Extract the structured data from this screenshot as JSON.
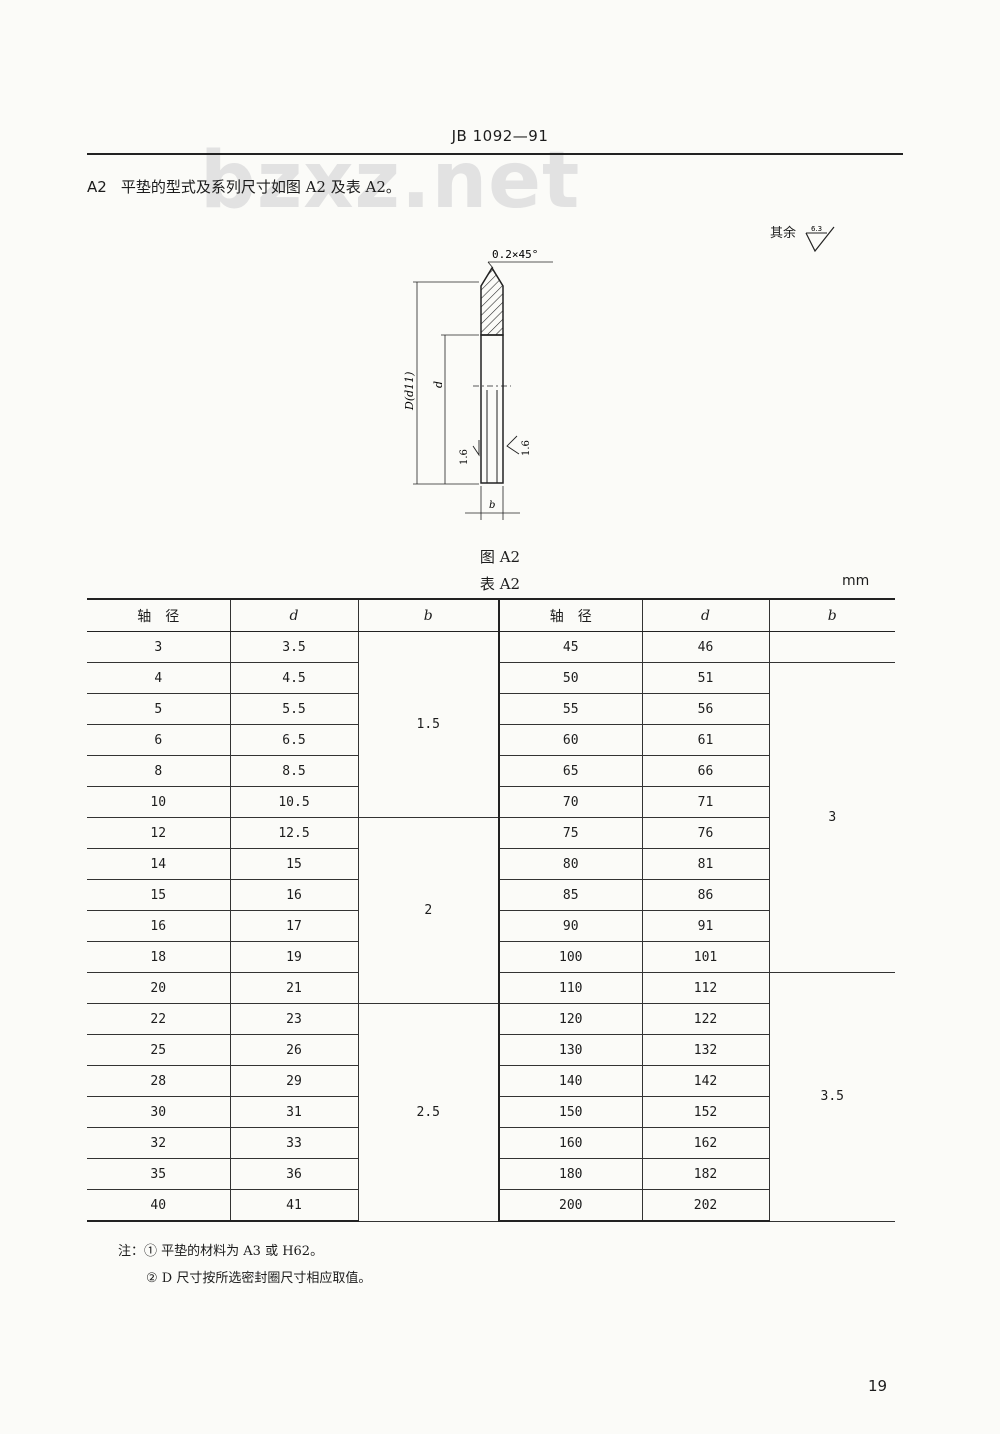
{
  "header": {
    "standard_code": "JB 1092—91",
    "watermark": "bzxz.net"
  },
  "intro": {
    "label": "A2",
    "text": "平垫的型式及系列尺寸如图 A2 及表 A2。"
  },
  "roughness_note": {
    "prefix": "其余",
    "value": "6.3"
  },
  "figure": {
    "chamfer": "0.2×45°",
    "dim_D": "D(d11)",
    "dim_d": "d",
    "dim_b": "b",
    "rough_left": "1.6",
    "rough_right": "1.6",
    "caption": "图 A2"
  },
  "table": {
    "caption": "表 A2",
    "unit": "mm",
    "headers": {
      "shaft": "轴　径",
      "d": "d",
      "b": "b"
    },
    "rows": [
      [
        "3",
        "3.5",
        "45",
        "46"
      ],
      [
        "4",
        "4.5",
        "50",
        "51"
      ],
      [
        "5",
        "5.5",
        "55",
        "56"
      ],
      [
        "6",
        "6.5",
        "60",
        "61"
      ],
      [
        "8",
        "8.5",
        "65",
        "66"
      ],
      [
        "10",
        "10.5",
        "70",
        "71"
      ],
      [
        "12",
        "12.5",
        "75",
        "76"
      ],
      [
        "14",
        "15",
        "80",
        "81"
      ],
      [
        "15",
        "16",
        "85",
        "86"
      ],
      [
        "16",
        "17",
        "90",
        "91"
      ],
      [
        "18",
        "19",
        "100",
        "101"
      ],
      [
        "20",
        "21",
        "110",
        "112"
      ],
      [
        "22",
        "23",
        "120",
        "122"
      ],
      [
        "25",
        "26",
        "130",
        "132"
      ],
      [
        "28",
        "29",
        "140",
        "142"
      ],
      [
        "30",
        "31",
        "150",
        "152"
      ],
      [
        "32",
        "33",
        "160",
        "162"
      ],
      [
        "35",
        "36",
        "180",
        "182"
      ],
      [
        "40",
        "41",
        "200",
        "202"
      ]
    ],
    "b_left_groups": [
      "1.5",
      "2",
      "2.5"
    ],
    "b_right_groups": [
      "",
      "3",
      "3.5"
    ]
  },
  "notes": {
    "prefix": "注：",
    "items": [
      "① 平垫的材料为 A3 或 H62。",
      "② D 尺寸按所选密封圈尺寸相应取值。"
    ]
  },
  "page_number": "19"
}
